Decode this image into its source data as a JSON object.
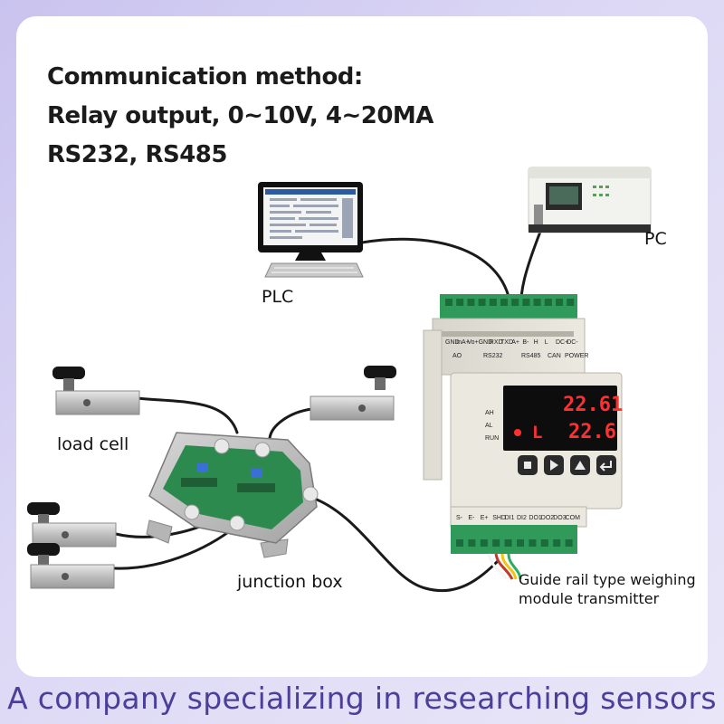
{
  "heading": {
    "line1": "Communication method:",
    "line2": "Relay output, 0~10V, 4~20MA",
    "line3": "RS232, RS485"
  },
  "labels": {
    "pc": "PC",
    "plc": "PLC",
    "load_cell": "load cell",
    "junction_box": "junction box",
    "module_line1": "Guide rail type weighing",
    "module_line2": "module transmitter"
  },
  "display": {
    "top_value": "22.61",
    "bottom_prefix": "L",
    "bottom_value": "22.6",
    "indicators": [
      "AH",
      "AL",
      "RUN"
    ]
  },
  "terminals": {
    "top": [
      "GND",
      "mA+",
      "Vo+",
      "GND",
      "RXD",
      "TXD",
      "A+",
      "B-",
      "H",
      "L",
      "DC+",
      "DC-"
    ],
    "groups": [
      "AO",
      "RS232",
      "RS485",
      "CAN",
      "POWER"
    ],
    "bottom": [
      "S-",
      "E-",
      "E+",
      "SHD",
      "DI1",
      "DI2",
      "DO1",
      "DO2",
      "DO3",
      "COM"
    ]
  },
  "footer": "A company specializing in researching sensors",
  "colors": {
    "footer_text": "#4b3f9a",
    "terminal_green": "#2f9a5a",
    "display_red": "#ff3030",
    "board_green": "#2c8a4e"
  }
}
